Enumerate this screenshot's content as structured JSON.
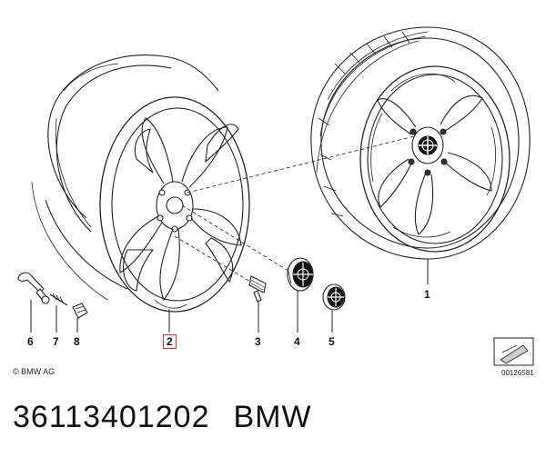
{
  "callouts": {
    "c1": "1",
    "c2": "2",
    "c3": "3",
    "c4": "4",
    "c5": "5",
    "c6": "6",
    "c7": "7",
    "c8": "8"
  },
  "footer": {
    "copyright": "© BMW AG",
    "reference": "00126581"
  },
  "caption": {
    "part_number": "36113401202",
    "brand": "BMW"
  }
}
